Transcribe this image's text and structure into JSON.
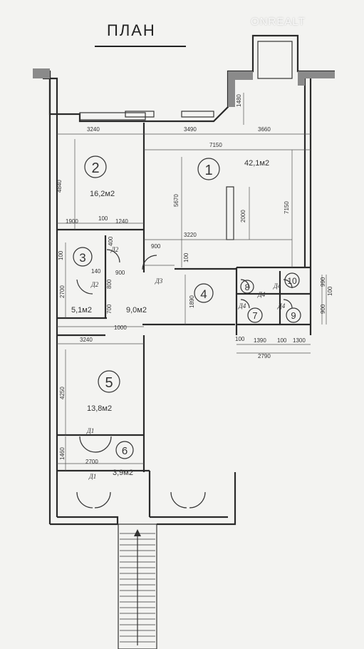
{
  "title": "ПЛАН",
  "watermark": "ONREALT",
  "rooms": [
    {
      "id": "1",
      "area": "42,1м2"
    },
    {
      "id": "2",
      "area": "16,2м2"
    },
    {
      "id": "3",
      "area": "5,1м2"
    },
    {
      "id": "4",
      "area": "9,0м2"
    },
    {
      "id": "5",
      "area": "13,8м2"
    },
    {
      "id": "6",
      "area": "3,9м2"
    },
    {
      "id": "7",
      "area": ""
    },
    {
      "id": "8",
      "area": ""
    },
    {
      "id": "9",
      "area": ""
    },
    {
      "id": "10",
      "area": ""
    }
  ],
  "doors": [
    "Д1",
    "Д1",
    "Д2",
    "Д2",
    "Д3",
    "Д4",
    "Д4",
    "Д4",
    "Д4"
  ],
  "dimensions": {
    "d1480": "1480",
    "d3240a": "3240",
    "d3490": "3490",
    "d3660": "3660",
    "d7150h": "7150",
    "d4840": "4840",
    "d5670": "5670",
    "d7150v": "7150",
    "d2000": "2000",
    "d1900": "1900",
    "d100a": "100",
    "d1240": "1240",
    "d3220": "3220",
    "d400": "400",
    "d900a": "900",
    "d100b": "100",
    "d100c": "100",
    "d140": "140",
    "d900b": "900",
    "d800": "800",
    "d2700a": "2700",
    "d700": "700",
    "d1890": "1890",
    "d1000": "1000",
    "d990": "990",
    "d100d": "100",
    "d900c": "900",
    "d100e": "100",
    "d1390": "1390",
    "d100f": "100",
    "d1300": "1300",
    "d2790": "2790",
    "d3240b": "3240",
    "d4250": "4250",
    "d1460": "1460",
    "d2700b": "2700"
  }
}
